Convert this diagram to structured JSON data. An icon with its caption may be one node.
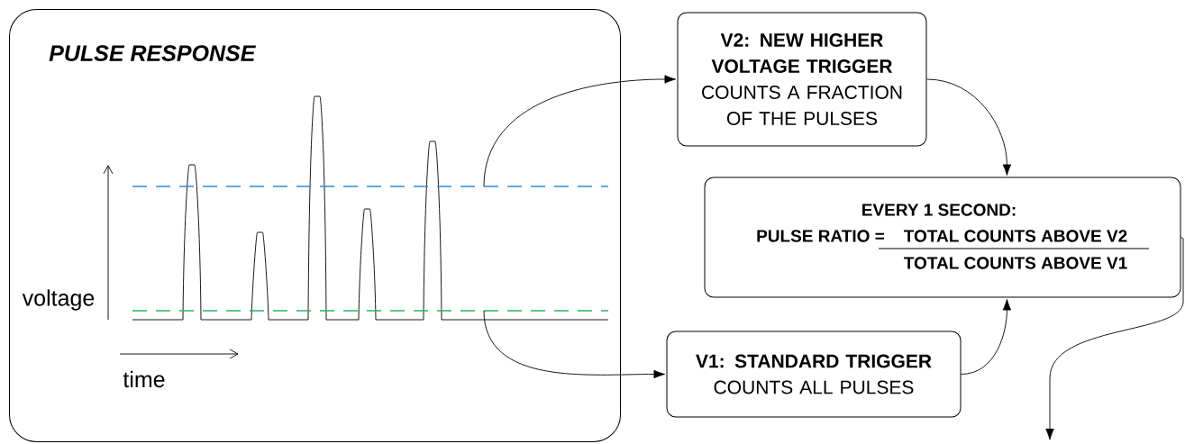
{
  "diagram": {
    "nodes": [
      {
        "text": [
          "PULSE RESPONSE"
        ]
      },
      {
        "text": [],
        "shape": "line",
        "in": 0
      },
      {
        "text": [],
        "shape": "line",
        "in": 0
      },
      {
        "text": [
          "V2: NEW HIGHER VOLTAGE TRIGGER",
          "COUNTS A FRACTION OF THE PULSES"
        ]
      },
      {
        "text": [
          "EVERY 1 SECOND:",
          "PULSE RATIO =",
          "TOTAL COUNTS ABOVE V2",
          "TOTAL COUNTS ABOVE V1"
        ]
      },
      {
        "text": [
          "V1: STANDARD TRIGGER",
          "COUNTS ALL PULSES"
        ]
      }
    ],
    "edges": [
      {
        "from": 1,
        "to": 3,
        "arrow": "to"
      },
      {
        "from": 2,
        "to": 5,
        "arrow": "to"
      },
      {
        "from": 3,
        "to": 4,
        "arrow": "to"
      },
      {
        "from": 5,
        "to": 4,
        "arrow": "to"
      },
      {
        "from": 4,
        "to": null,
        "arrow": "to"
      }
    ],
    "labels": [
      "voltage",
      "time"
    ]
  }
}
